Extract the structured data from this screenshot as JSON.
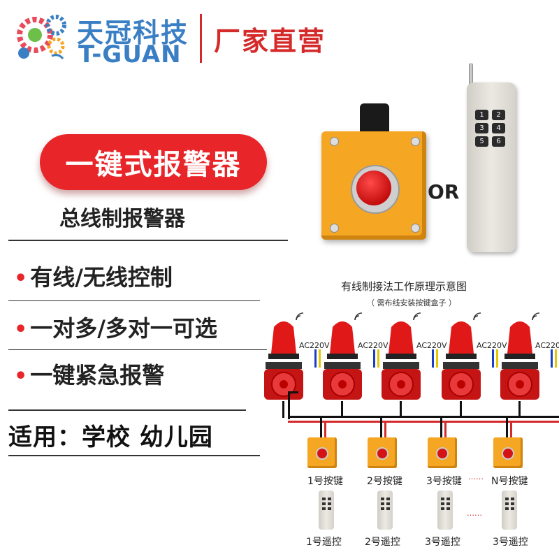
{
  "header": {
    "brand_cn": "天冠科技",
    "brand_en": "T-GUAN",
    "tagline": "厂家直营"
  },
  "product": {
    "title": "一键式报警器",
    "subtitle": "总线制报警器",
    "or_text": "OR"
  },
  "features": [
    {
      "text": "有线/无线控制"
    },
    {
      "text": "一对多/多对一可选"
    },
    {
      "text": "一键紧急报警"
    }
  ],
  "application": "适用：学校  幼儿园",
  "remote_keys": [
    "1",
    "2",
    "3",
    "4",
    "5",
    "6"
  ],
  "diagram": {
    "title": "有线制接法工作原理示意图",
    "subtitle": "（ 需布线安装按键盒子 ）",
    "voltage_labels": [
      "AC220V",
      "AC220V",
      "AC220V",
      "AC220V",
      "AC220"
    ],
    "button_labels": [
      "1号按键",
      "2号按键",
      "3号按键",
      "N号按键"
    ],
    "remote_labels": [
      "1号遥控",
      "2号遥控",
      "3号遥控",
      "3号遥控"
    ],
    "ellipsis": "……"
  },
  "colors": {
    "brand_blue": "#3a7fc4",
    "accent_red": "#e8262a",
    "box_orange": "#f5a623"
  }
}
